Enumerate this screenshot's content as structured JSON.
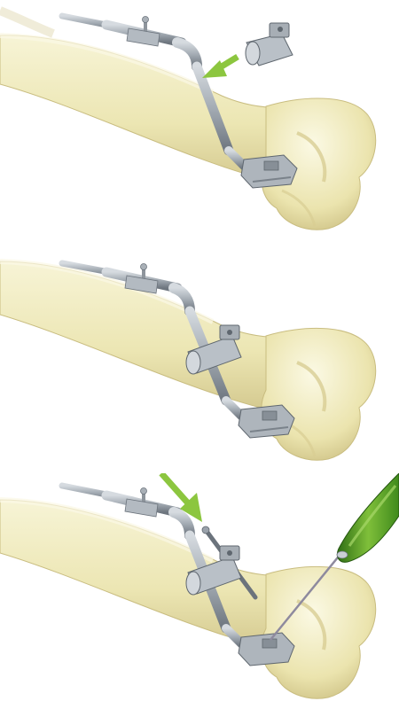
{
  "figure": {
    "panel_count": 3,
    "panels": [
      {
        "step": 1,
        "elements": [
          "femur",
          "targeting-arm",
          "aiming-block",
          "sleeve-block",
          "insertion-arrow"
        ]
      },
      {
        "step": 2,
        "elements": [
          "femur",
          "targeting-arm",
          "sleeve-block-attached",
          "aiming-block"
        ]
      },
      {
        "step": 3,
        "elements": [
          "femur",
          "targeting-arm",
          "sleeve-block-attached",
          "guide-pin",
          "drill-pin",
          "drill-handle",
          "direction-arrow"
        ]
      }
    ]
  },
  "colors": {
    "bone_light": "#f4f0c8",
    "bone_mid": "#e8e2aa",
    "bone_shadow": "#cfc48a",
    "metal_light": "#c9ced4",
    "metal_mid": "#9aa2ab",
    "metal_dark": "#6b737c",
    "arrow_green": "#8cc63f",
    "drill_green_light": "#7fbf3a",
    "drill_green_dark": "#2f6e14",
    "pin_grey": "#8e8a9e"
  }
}
